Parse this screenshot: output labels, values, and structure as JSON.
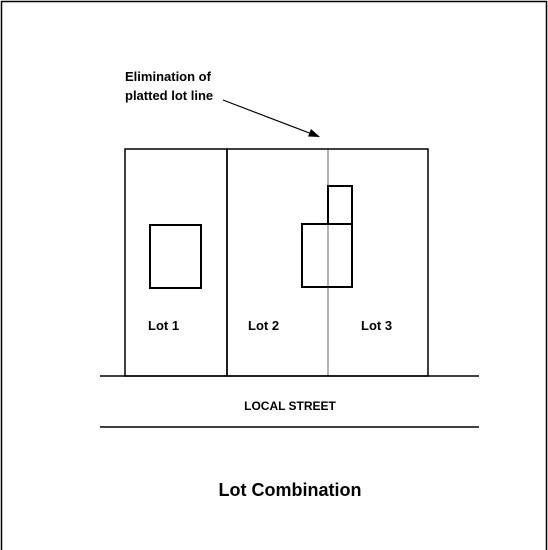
{
  "annotation": {
    "line1": "Elimination of",
    "line2": "platted lot line"
  },
  "lots": [
    {
      "label": "Lot 1"
    },
    {
      "label": "Lot 2"
    },
    {
      "label": "Lot 3"
    }
  ],
  "street": {
    "label": "LOCAL STREET"
  },
  "caption": "Lot Combination",
  "colors": {
    "stroke": "#000000",
    "background": "#ffffff"
  }
}
